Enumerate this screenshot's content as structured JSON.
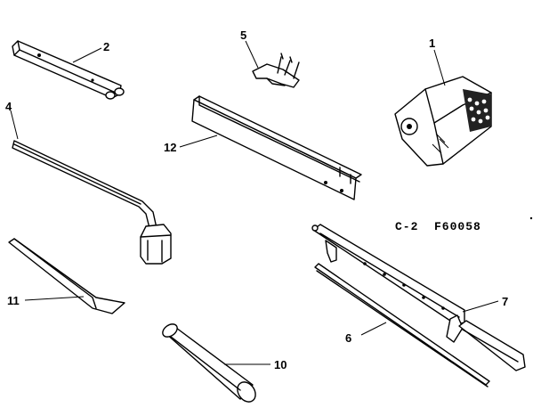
{
  "diagram_code": "C-2  F60058",
  "callouts": [
    {
      "id": "1",
      "text": "1"
    },
    {
      "id": "2",
      "text": "2"
    },
    {
      "id": "4",
      "text": "4"
    },
    {
      "id": "5",
      "text": "5"
    },
    {
      "id": "6",
      "text": "6"
    },
    {
      "id": "7",
      "text": "7"
    },
    {
      "id": "10",
      "text": "10"
    },
    {
      "id": "11",
      "text": "11"
    },
    {
      "id": "12",
      "text": "12"
    }
  ]
}
